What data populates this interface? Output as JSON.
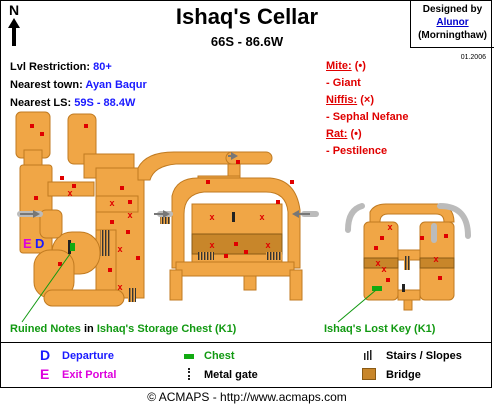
{
  "header": {
    "title": "Ishaq's Cellar",
    "coords": "66S - 86.6W",
    "compass": "N",
    "designed_by_label": "Designed by",
    "author": "Alunor",
    "author_realm": "(Morningthaw)",
    "date": "01.2006"
  },
  "info": {
    "lvl_label": "Lvl Restriction:",
    "lvl_value": "80+",
    "town_label": "Nearest town:",
    "town_value": "Ayan Baqur",
    "ls_label": "Nearest LS:",
    "ls_value": "59S - 88.4W"
  },
  "mobs": [
    {
      "name": "Mite:",
      "symbol": "(•)",
      "items": [
        "- Giant"
      ]
    },
    {
      "name": "Niffis:",
      "symbol": "(×)",
      "items": [
        "- Sephal Nefane"
      ]
    },
    {
      "name": "Rat:",
      "symbol": "(•)",
      "items": [
        "- Pestilence"
      ]
    }
  ],
  "map": {
    "marker_E": "E",
    "marker_D": "D",
    "callout_left_bold": "Ruined Notes",
    "callout_left_in": "in",
    "callout_left_rest": "Ishaq's Storage Chest (K1)",
    "callout_right": "Ishaq's Lost Key (K1)"
  },
  "legend": {
    "departure_key": "D",
    "departure": "Departure",
    "exit_key": "E",
    "exit": "Exit Portal",
    "chest": "Chest",
    "metal_gate": "Metal gate",
    "stairs": "Stairs / Slopes",
    "bridge": "Bridge"
  },
  "footer": "© ACMAPS - http://www.acmaps.com",
  "colors": {
    "floor": "#f0a646",
    "floor_edge": "#c07a20",
    "bridge": "#c8862a",
    "mite_rat": "#e00000",
    "niffis": "#e00000",
    "chest": "#11aa11",
    "departure": "#1a1aff",
    "exit": "#dd00dd"
  }
}
